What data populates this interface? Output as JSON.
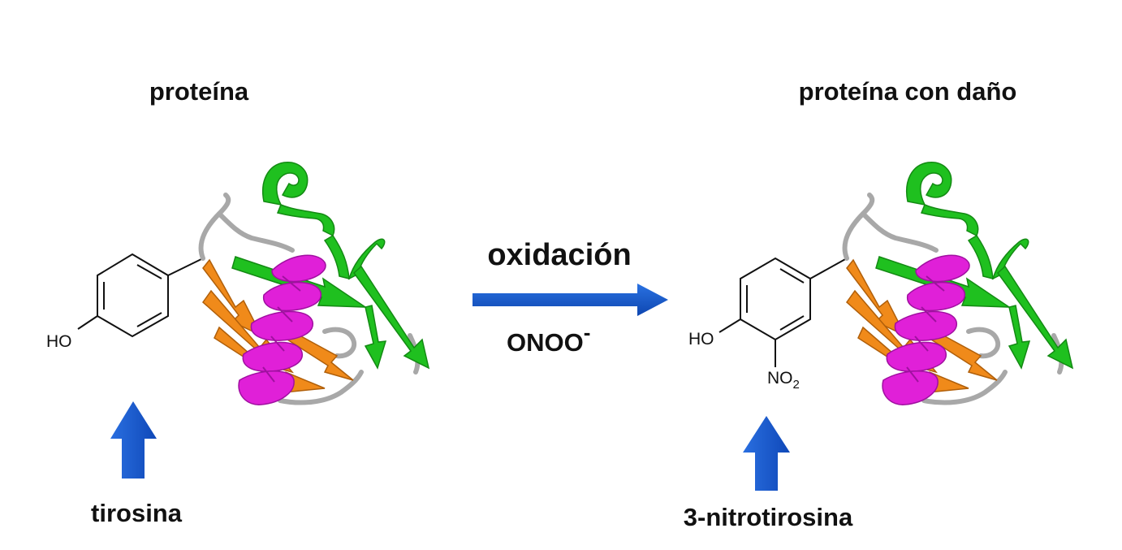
{
  "left_panel": {
    "title": "proteína",
    "substituent_hydroxyl": "HO",
    "arrow_label": "tirosina"
  },
  "reaction": {
    "label_top": "oxidación",
    "reagent": "ONOO",
    "reagent_charge": "-"
  },
  "right_panel": {
    "title": "proteína con daño",
    "substituent_hydroxyl": "HO",
    "substituent_nitro_base": "NO",
    "substituent_nitro_subscript": "2",
    "arrow_label": "3-nitrotirosina"
  },
  "colors": {
    "arrow_blue": "#1a5fd0",
    "helix_magenta": "#e020d8",
    "helix_dark": "#a010a0",
    "strand_green": "#1fc01f",
    "strand_green_dark": "#138a13",
    "strand_orange": "#f08a1a",
    "strand_orange_dark": "#b05f0a",
    "coil_gray": "#a8a8a8",
    "bond_black": "#111111"
  }
}
